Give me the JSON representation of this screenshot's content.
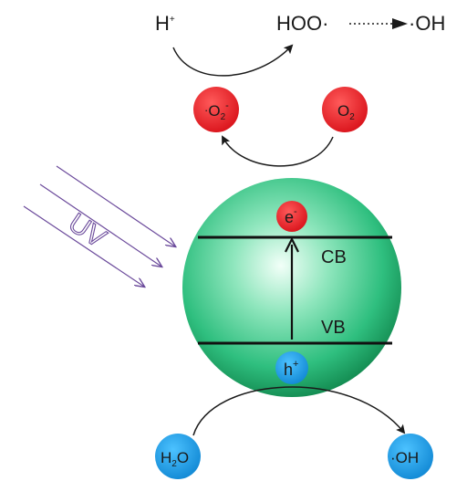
{
  "reactions": {
    "h_plus": "H",
    "h_plus_charge": "+",
    "hoo": "HOO·",
    "oh_top": "·OH"
  },
  "species": {
    "superoxide_dot": "·",
    "superoxide_o": "O",
    "superoxide_sub": "2",
    "superoxide_charge": "-",
    "oxygen_o": "O",
    "oxygen_sub": "2",
    "electron": "e",
    "electron_charge": "-",
    "hole": "h",
    "hole_charge": "+",
    "water_h": "H",
    "water_sub": "2",
    "water_o": "O",
    "hydroxyl": "·OH"
  },
  "bands": {
    "cb": "CB",
    "vb": "VB"
  },
  "light": {
    "label": "UV"
  },
  "colors": {
    "red_species": "#e8191f",
    "blue_species": "#1a9be0",
    "sphere_light": "#e7fbf1",
    "sphere_mid": "#3fcf91",
    "sphere_dark": "#159a5a",
    "uv_purple": "#6b4a9b",
    "ink": "#1a1a1a"
  }
}
